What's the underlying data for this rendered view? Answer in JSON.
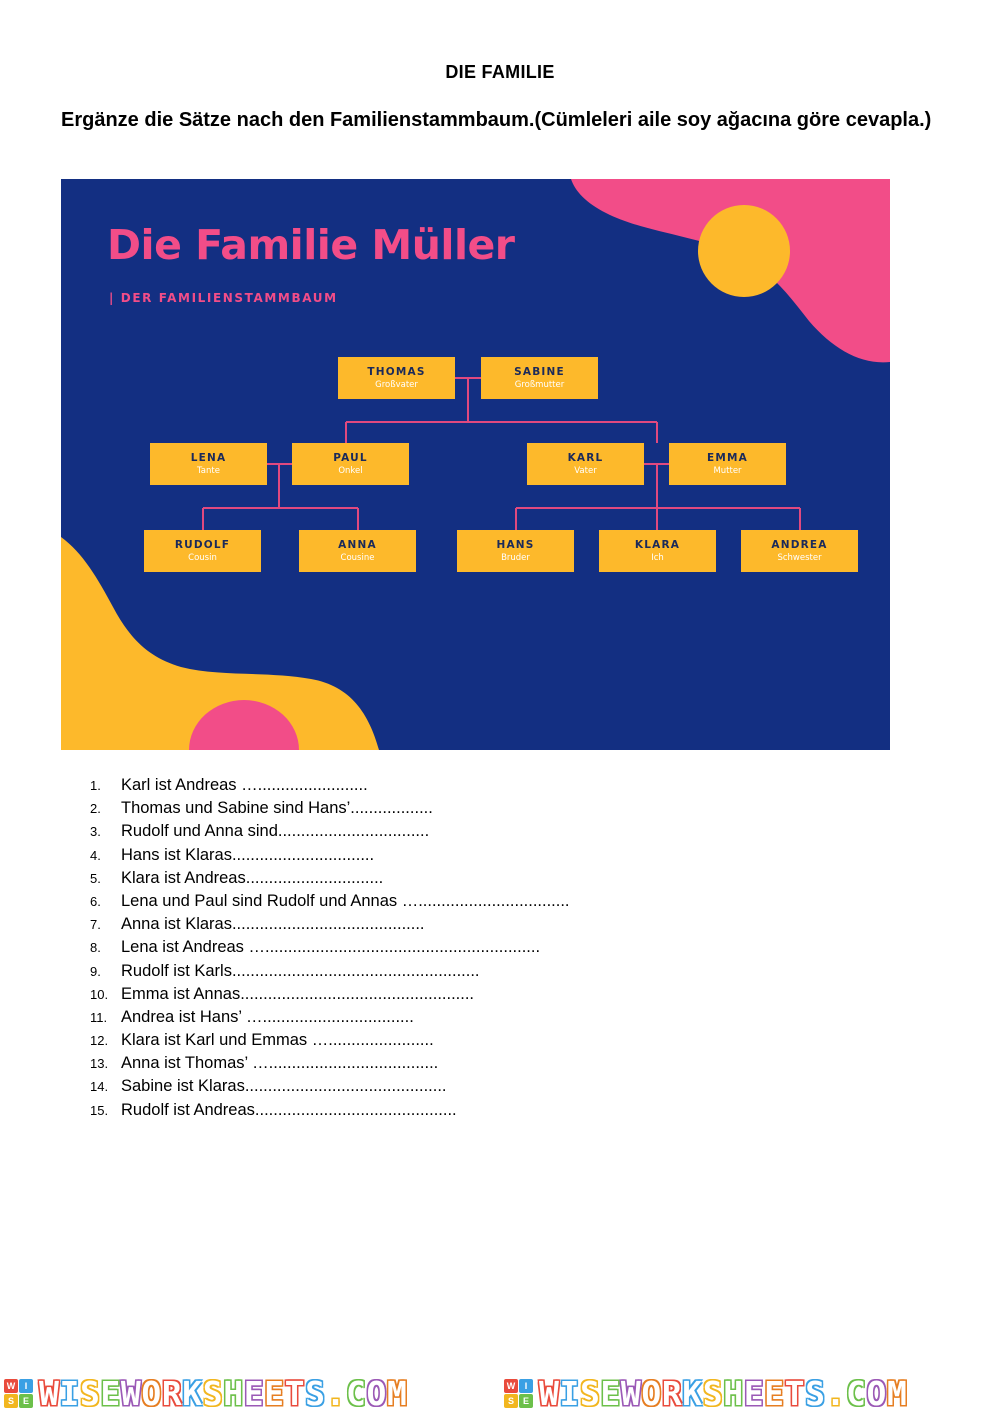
{
  "page": {
    "title": "DIE FAMILIE",
    "instruction": "Ergänze die Sätze nach den Familienstammbaum.(Cümleleri aile soy ağacına göre cevapla.)"
  },
  "tree": {
    "title": "Die Familie Müller",
    "subtitle": "| DER FAMILIENSTAMMBAUM",
    "colors": {
      "background": "#132f82",
      "box": "#fdb92b",
      "accent": "#f24d88",
      "line": "#e0497f"
    },
    "nodes": {
      "thomas": {
        "name": "THOMAS",
        "role": "Großvater"
      },
      "sabine": {
        "name": "SABINE",
        "role": "Großmutter"
      },
      "lena": {
        "name": "LENA",
        "role": "Tante"
      },
      "paul": {
        "name": "PAUL",
        "role": "Onkel"
      },
      "karl": {
        "name": "KARL",
        "role": "Vater"
      },
      "emma": {
        "name": "EMMA",
        "role": "Mutter"
      },
      "rudolf": {
        "name": "RUDOLF",
        "role": "Cousin"
      },
      "anna": {
        "name": "ANNA",
        "role": "Cousine"
      },
      "hans": {
        "name": "HANS",
        "role": "Bruder"
      },
      "klara": {
        "name": "KLARA",
        "role": "Ich"
      },
      "andrea": {
        "name": "ANDREA",
        "role": "Schwester"
      }
    }
  },
  "questions": [
    {
      "num": "1.",
      "text": "Karl ist Andreas …........................"
    },
    {
      "num": "2.",
      "text": "Thomas und Sabine sind Hans’.................."
    },
    {
      "num": "3.",
      "text": "Rudolf und Anna sind................................."
    },
    {
      "num": "4.",
      "text": "Hans ist Klaras..............................."
    },
    {
      "num": "5.",
      "text": "Klara ist Andreas.............................."
    },
    {
      "num": "6.",
      "text": "Lena und Paul sind Rudolf und Annas …................................."
    },
    {
      "num": "7.",
      "text": "Anna ist Klaras.........................................."
    },
    {
      "num": "8.",
      "text": "Lena ist Andreas …............................................................"
    },
    {
      "num": "9.",
      "text": "Rudolf ist Karls......................................................"
    },
    {
      "num": "10.",
      "text": "Emma ist Annas..................................................."
    },
    {
      "num": "11.",
      "text": "Andrea ist Hans’ …................................."
    },
    {
      "num": "12.",
      "text": "Klara ist Karl und Emmas …......................."
    },
    {
      "num": "13.",
      "text": "Anna ist Thomas’ …....................................."
    },
    {
      "num": "14.",
      "text": "Sabine ist Klaras............................................"
    },
    {
      "num": "15.",
      "text": "Rudolf ist Andreas............................................"
    }
  ],
  "footer": {
    "brand": "WISEWORKSHEETS.COM",
    "logo_letters": [
      "W",
      "I",
      "S",
      "E"
    ],
    "logo_colors": [
      "#e94b3c",
      "#3aa0e4",
      "#f2b61f",
      "#6cc04a"
    ]
  }
}
